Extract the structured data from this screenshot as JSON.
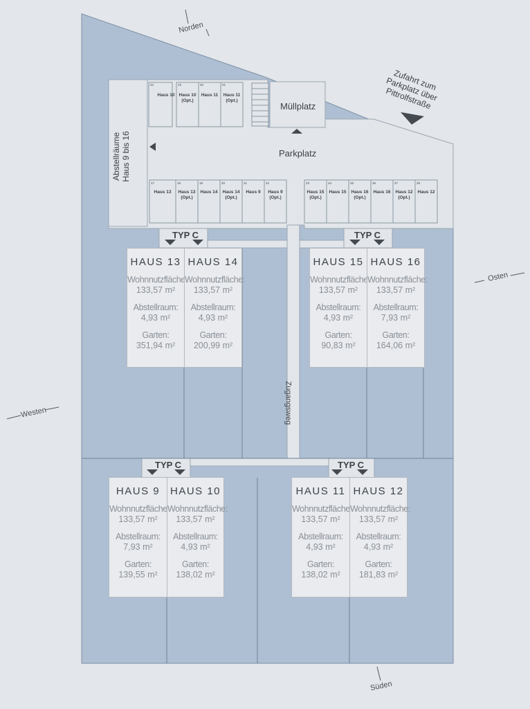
{
  "compass": {
    "north": "Norden",
    "south": "Süden",
    "east": "Osten",
    "west": "Westen"
  },
  "access_note": [
    "Zufahrt zum",
    "Parkplatz über",
    "Pittrolfstraße"
  ],
  "areas": {
    "parking": "Parkplatz",
    "waste": "Müllplatz",
    "storage": [
      "Abstellräume",
      "Haus 9 bis 16"
    ],
    "path": "Zugangsweg"
  },
  "parking_top": [
    {
      "num": "24",
      "label": "Haus 10"
    },
    {
      "num": "23",
      "label": "Haus 10\n(Opt.)"
    },
    {
      "num": "22",
      "label": "Haus 11"
    },
    {
      "num": "21",
      "label": "Haus 11\n(Opt.)"
    }
  ],
  "parking_bottom_left": [
    {
      "num": "17",
      "label": "Haus 13"
    },
    {
      "num": "18",
      "label": "Haus 13\n(Opt.)"
    },
    {
      "num": "19",
      "label": "Haus 14"
    },
    {
      "num": "20",
      "label": "Haus 14\n(Opt.)"
    },
    {
      "num": "21",
      "label": "Haus 9"
    },
    {
      "num": "22",
      "label": "Haus 9\n(Opt.)"
    }
  ],
  "parking_bottom_right": [
    {
      "num": "23",
      "label": "Haus 15\n(Opt.)"
    },
    {
      "num": "24",
      "label": "Haus 15"
    },
    {
      "num": "25",
      "label": "Haus 16\n(Opt.)"
    },
    {
      "num": "26",
      "label": "Haus 16"
    },
    {
      "num": "27",
      "label": "Haus 12\n(Opt.)"
    },
    {
      "num": "28",
      "label": "Haus 12"
    }
  ],
  "type_labels": [
    "TYP C",
    "TYP C",
    "TYP C",
    "TYP C"
  ],
  "labels": {
    "living": "Wohnnutzfläche:",
    "storage": "Abstellraum:",
    "garden": "Garten:"
  },
  "houses": [
    {
      "name": "HAUS 13",
      "living": "133,57 m²",
      "storage": "4,93 m²",
      "garden": "351,94 m²"
    },
    {
      "name": "HAUS 14",
      "living": "133,57 m²",
      "storage": "4,93 m²",
      "garden": "200,99 m²"
    },
    {
      "name": "HAUS 15",
      "living": "133,57 m²",
      "storage": "4,93 m²",
      "garden": "90,83 m²"
    },
    {
      "name": "HAUS 16",
      "living": "133,57 m²",
      "storage": "7,93 m²",
      "garden": "164,06 m²"
    },
    {
      "name": "HAUS 9",
      "living": "133,57 m²",
      "storage": "7,93 m²",
      "garden": "139,55 m²"
    },
    {
      "name": "HAUS 10",
      "living": "133,57 m²",
      "storage": "4,93 m²",
      "garden": "138,02 m²"
    },
    {
      "name": "HAUS 11",
      "living": "133,57 m²",
      "storage": "4,93 m²",
      "garden": "138,02 m²"
    },
    {
      "name": "HAUS 12",
      "living": "133,57 m²",
      "storage": "4,93 m²",
      "garden": "181,83 m²"
    }
  ],
  "colors": {
    "site": "#aebfd3",
    "paved": "#e2e5e9",
    "line": "#6f8196",
    "background": "#e3e6ea"
  }
}
